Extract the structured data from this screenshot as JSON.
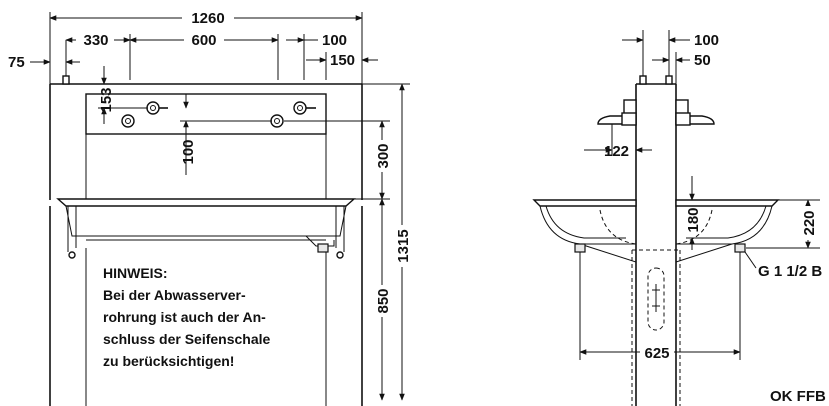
{
  "front_view": {
    "dim_total_width": "1260",
    "dim_left_offset": "330",
    "dim_tap_spacing": "600",
    "dim_right_offset": "100",
    "dim_edge": "75",
    "dim_right_edge": "150",
    "dim_top_fitting": "153",
    "dim_fitting_drop": "100",
    "dim_above_basin": "300",
    "dim_basin_height": "850",
    "dim_total_height": "1315"
  },
  "note": {
    "title": "HINWEIS:",
    "line1": "Bei der Abwasserver-",
    "line2": "rohrung ist auch der An-",
    "line3": "schluss der Seifenschale",
    "line4": "zu berücksichtigen!"
  },
  "side_view": {
    "dim_top_100": "100",
    "dim_top_50": "50",
    "dim_tap_projection": "122",
    "dim_basin_depth": "180",
    "dim_outlet_height": "220",
    "dim_outlet_spacing": "625",
    "outlet_label": "G 1 1/2 B",
    "floor_label": "OK FFB"
  }
}
